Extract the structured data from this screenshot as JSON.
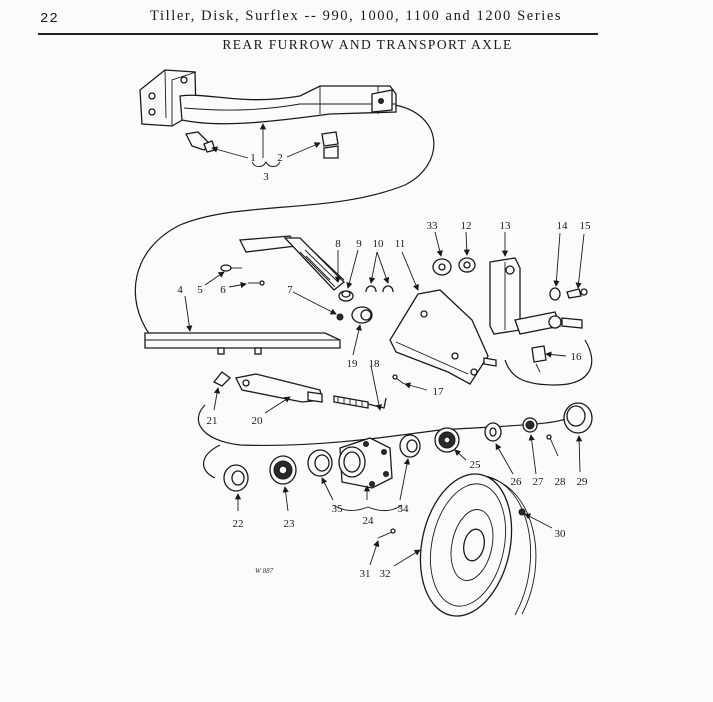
{
  "header": {
    "page_number": "22",
    "series_title": "Tiller, Disk, Surflex -- 990, 1000, 1100 and 1200 Series",
    "section_title": "REAR FURROW AND TRANSPORT AXLE"
  },
  "figure_code": "W 887",
  "callouts": [
    "1",
    "2",
    "3",
    "4",
    "5",
    "6",
    "7",
    "8",
    "9",
    "10",
    "11",
    "12",
    "13",
    "14",
    "15",
    "16",
    "17",
    "18",
    "19",
    "20",
    "21",
    "22",
    "23",
    "24",
    "25",
    "26",
    "27",
    "28",
    "29",
    "30",
    "31",
    "32",
    "33",
    "34",
    "35"
  ]
}
